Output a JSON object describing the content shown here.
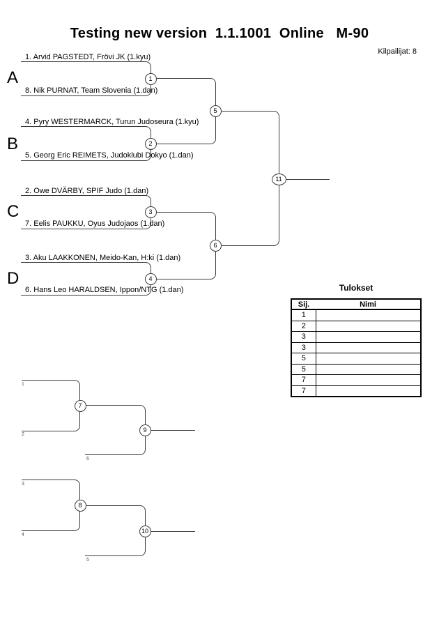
{
  "header": {
    "title": "Testing new version  1.1.1001  Online   M-90",
    "competitors_label": "Kilpailijat: 8"
  },
  "bracket": {
    "groups": [
      "A",
      "B",
      "C",
      "D"
    ],
    "matches": [
      {
        "number": "1",
        "top": "1. Arvid PAGSTEDT, Frövi JK (1.kyu)",
        "bottom": "8. Nik PURNAT, Team Slovenia (1.dan)"
      },
      {
        "number": "2",
        "top": "4. Pyry WESTERMARCK, Turun Judoseura (1.kyu)",
        "bottom": "5. Georg Eric REIMETS, Judoklubi Dokyo (1.dan)"
      },
      {
        "number": "3",
        "top": "2. Owe DVÄRBY, SPIF Judo (1.dan)",
        "bottom": "7. Eelis PAUKKU, Oyus Judojaos (1.dan)"
      },
      {
        "number": "4",
        "top": "3. Aku LAAKKONEN, Meido-Kan, H:ki (1.dan)",
        "bottom": "6. Hans Leo HARALDSEN, Ippon/NTG (1.dan)"
      }
    ],
    "semifinal_numbers": [
      "5",
      "6"
    ],
    "final_number": "11"
  },
  "repechage": {
    "brackets": [
      {
        "first_number": "7",
        "second_number": "9",
        "slot_labels": [
          "1",
          "2",
          "6"
        ]
      },
      {
        "first_number": "8",
        "second_number": "10",
        "slot_labels": [
          "3",
          "4",
          "5"
        ]
      }
    ]
  },
  "results": {
    "title": "Tulokset",
    "columns": [
      "Sij.",
      "Nimi"
    ],
    "rows": [
      {
        "sij": "1",
        "nimi": ""
      },
      {
        "sij": "2",
        "nimi": ""
      },
      {
        "sij": "3",
        "nimi": ""
      },
      {
        "sij": "3",
        "nimi": ""
      },
      {
        "sij": "5",
        "nimi": ""
      },
      {
        "sij": "5",
        "nimi": ""
      },
      {
        "sij": "7",
        "nimi": ""
      },
      {
        "sij": "7",
        "nimi": ""
      }
    ]
  },
  "colors": {
    "line": "#3a3a3a",
    "text": "#000000"
  }
}
